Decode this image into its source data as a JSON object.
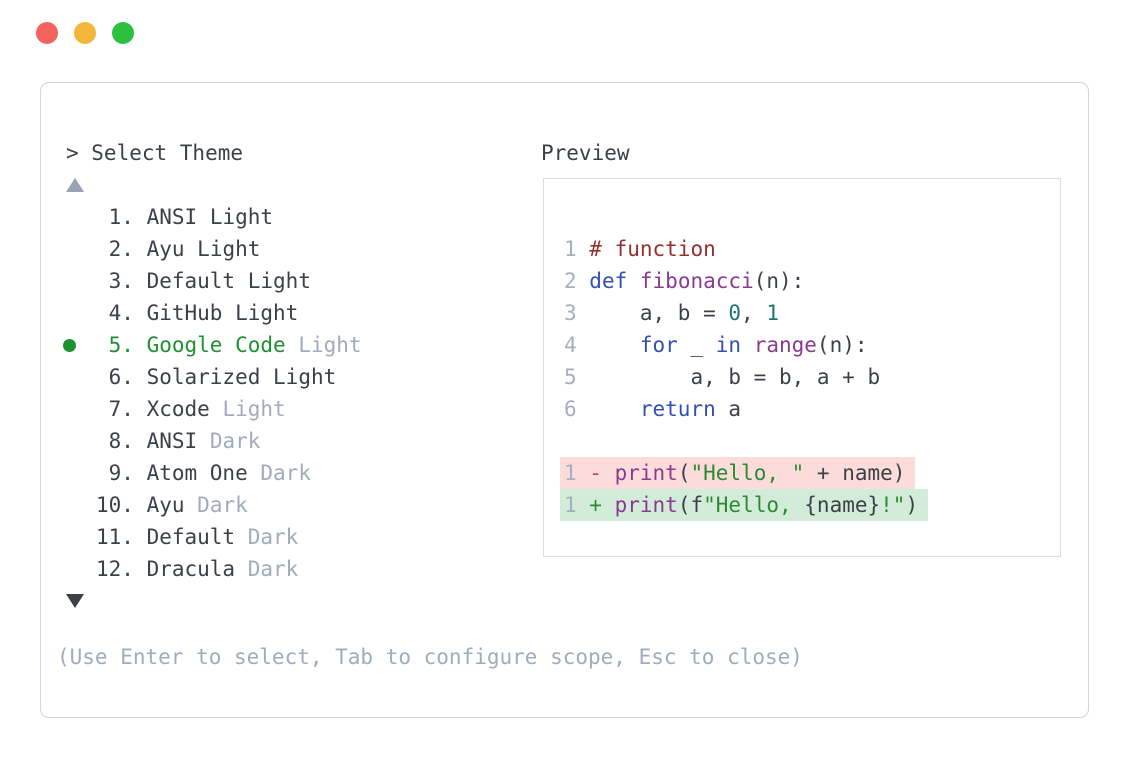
{
  "colors": {
    "text": "#3b4149",
    "muted": "#a1abbc",
    "selection_green": "#1d9130",
    "panel_border": "#cfd4dd",
    "traffic_red": "#f3625d",
    "traffic_yellow": "#f3b63b",
    "traffic_green": "#2dc03e",
    "diff_removed_bg": "#fbdcda",
    "diff_added_bg": "#d3ecd9",
    "syntax_comment": "#943030",
    "syntax_keyword": "#3450b4",
    "syntax_type": "#8a3b8f",
    "syntax_string": "#2b8a33",
    "syntax_literal": "#1f756f",
    "line_number": "#a6afbf"
  },
  "window_controls": [
    {
      "name": "close",
      "color": "#f3625d"
    },
    {
      "name": "minimize",
      "color": "#f3b63b"
    },
    {
      "name": "zoom",
      "color": "#2dc03e"
    }
  ],
  "picker": {
    "prompt": "> Select Theme",
    "number_separator": ". ",
    "scroll_up_icon": "triangle-up",
    "scroll_down_icon": "triangle-down",
    "items": [
      {
        "number": "1",
        "name": "ANSI",
        "suffix": "Light",
        "selected": false,
        "suffix_muted": false
      },
      {
        "number": "2",
        "name": "Ayu",
        "suffix": "Light",
        "selected": false,
        "suffix_muted": false
      },
      {
        "number": "3",
        "name": "Default",
        "suffix": "Light",
        "selected": false,
        "suffix_muted": false
      },
      {
        "number": "4",
        "name": "GitHub",
        "suffix": "Light",
        "selected": false,
        "suffix_muted": false
      },
      {
        "number": "5",
        "name": "Google Code",
        "suffix": "Light",
        "selected": true,
        "suffix_muted": true
      },
      {
        "number": "6",
        "name": "Solarized",
        "suffix": "Light",
        "selected": false,
        "suffix_muted": false
      },
      {
        "number": "7",
        "name": "Xcode",
        "suffix": "Light",
        "selected": false,
        "suffix_muted": true
      },
      {
        "number": "8",
        "name": "ANSI",
        "suffix": "Dark",
        "selected": false,
        "suffix_muted": true
      },
      {
        "number": "9",
        "name": "Atom One",
        "suffix": "Dark",
        "selected": false,
        "suffix_muted": true
      },
      {
        "number": "10",
        "name": "Ayu",
        "suffix": "Dark",
        "selected": false,
        "suffix_muted": true
      },
      {
        "number": "11",
        "name": "Default",
        "suffix": "Dark",
        "selected": false,
        "suffix_muted": true
      },
      {
        "number": "12",
        "name": "Dracula",
        "suffix": "Dark",
        "selected": false,
        "suffix_muted": true
      }
    ]
  },
  "preview": {
    "label": "Preview",
    "code_lines": [
      {
        "num": "1",
        "bg": null,
        "tokens": [
          [
            "# function",
            "com"
          ]
        ]
      },
      {
        "num": "2",
        "bg": null,
        "tokens": [
          [
            "def",
            "kwd"
          ],
          [
            " ",
            "pln"
          ],
          [
            "fibonacci",
            "typ"
          ],
          [
            "(n):",
            "pln"
          ]
        ]
      },
      {
        "num": "3",
        "bg": null,
        "tokens": [
          [
            "    a, b = ",
            "pln"
          ],
          [
            "0",
            "lit"
          ],
          [
            ", ",
            "pln"
          ],
          [
            "1",
            "lit"
          ]
        ]
      },
      {
        "num": "4",
        "bg": null,
        "tokens": [
          [
            "    ",
            "pln"
          ],
          [
            "for",
            "kwd"
          ],
          [
            " _ ",
            "pln"
          ],
          [
            "in",
            "kwd"
          ],
          [
            " ",
            "pln"
          ],
          [
            "range",
            "typ"
          ],
          [
            "(n):",
            "pln"
          ]
        ]
      },
      {
        "num": "5",
        "bg": null,
        "tokens": [
          [
            "        a, b = b, a + b",
            "pln"
          ]
        ]
      },
      {
        "num": "6",
        "bg": null,
        "tokens": [
          [
            "    ",
            "pln"
          ],
          [
            "return",
            "kwd"
          ],
          [
            " a",
            "pln"
          ]
        ]
      },
      {
        "num": "",
        "bg": null,
        "tokens": []
      },
      {
        "num": "1",
        "bg": "removed",
        "tokens": [
          [
            "-",
            "del"
          ],
          [
            " ",
            "pln"
          ],
          [
            "print",
            "typ"
          ],
          [
            "(",
            "pln"
          ],
          [
            "\"Hello, \"",
            "str"
          ],
          [
            " + name)",
            "pln"
          ]
        ]
      },
      {
        "num": "1",
        "bg": "added",
        "tokens": [
          [
            "+",
            "add"
          ],
          [
            " ",
            "pln"
          ],
          [
            "print",
            "typ"
          ],
          [
            "(f",
            "pln"
          ],
          [
            "\"Hello, ",
            "str"
          ],
          [
            "{name}",
            "pln"
          ],
          [
            "!\"",
            "str"
          ],
          [
            ")",
            "pln"
          ]
        ]
      }
    ]
  },
  "footer": {
    "hint": "(Use Enter to select, Tab to configure scope, Esc to close)"
  }
}
